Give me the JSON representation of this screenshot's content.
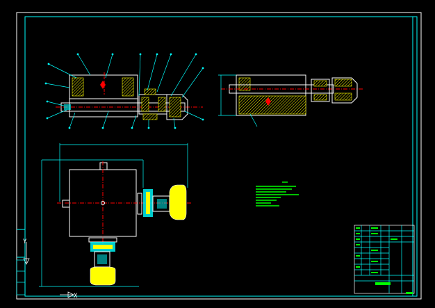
{
  "colors": {
    "background": "#000000",
    "border": "#ffffff",
    "inner_border": "#00ffff",
    "part_line": "#ffffff",
    "dimension": "#00ffff",
    "leader": "#00ffff",
    "hatch": "#ffff00",
    "center_line": "#ff0000",
    "notes": "#00ff00",
    "title_block": "#00ffff",
    "filled_part": "#ffff00"
  },
  "title_block": {
    "rows": 10,
    "columns": 5
  },
  "notes_lines": 9,
  "axis_indicator": {
    "y_label": "Y",
    "x_label": "X"
  },
  "icons": [
    "ucs-axis-icon",
    "balloon-leader-icon"
  ]
}
